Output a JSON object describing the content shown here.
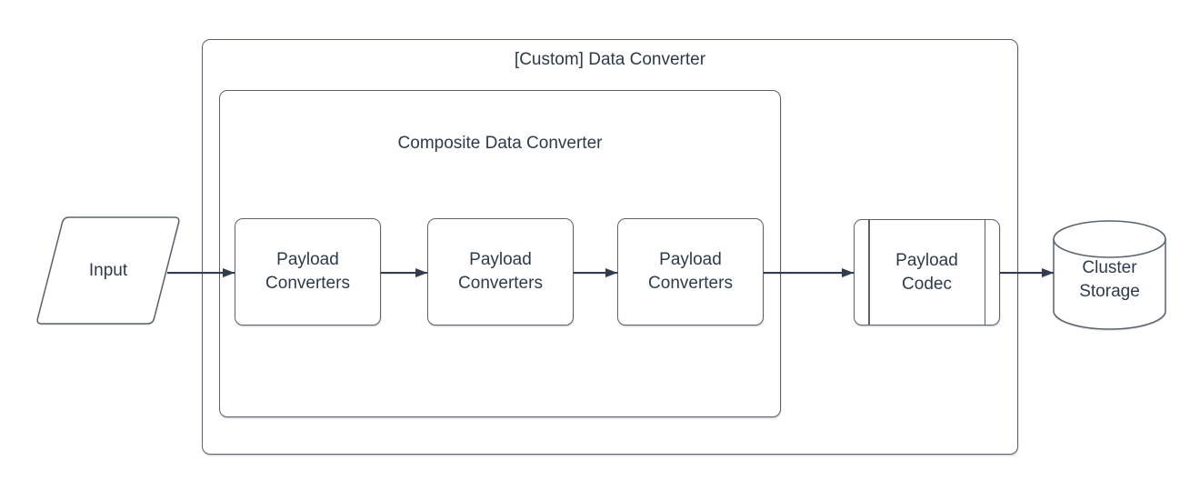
{
  "diagram": {
    "outer_group": {
      "title": "[Custom] Data Converter"
    },
    "inner_group": {
      "title": "Composite Data Converter"
    },
    "nodes": [
      {
        "id": "input",
        "shape": "parallelogram",
        "label": "Input"
      },
      {
        "id": "payload-converters-1",
        "shape": "rounded-rect",
        "label": "Payload\nConverters"
      },
      {
        "id": "payload-converters-2",
        "shape": "rounded-rect",
        "label": "Payload\nConverters"
      },
      {
        "id": "payload-converters-3",
        "shape": "rounded-rect",
        "label": "Payload\nConverters"
      },
      {
        "id": "payload-codec",
        "shape": "predefined-process",
        "label": "Payload\nCodec"
      },
      {
        "id": "cluster-storage",
        "shape": "cylinder",
        "label": "Cluster\nStorage"
      }
    ],
    "edges": [
      {
        "from": "input",
        "to": "payload-converters-1"
      },
      {
        "from": "payload-converters-1",
        "to": "payload-converters-2"
      },
      {
        "from": "payload-converters-2",
        "to": "payload-converters-3"
      },
      {
        "from": "payload-converters-3",
        "to": "payload-codec"
      },
      {
        "from": "payload-codec",
        "to": "cluster-storage"
      }
    ],
    "colors": {
      "background": "#ffffff",
      "shape_stroke": "#5a636d",
      "arrow": "#323c4d",
      "text": "#2e3a4c"
    }
  }
}
